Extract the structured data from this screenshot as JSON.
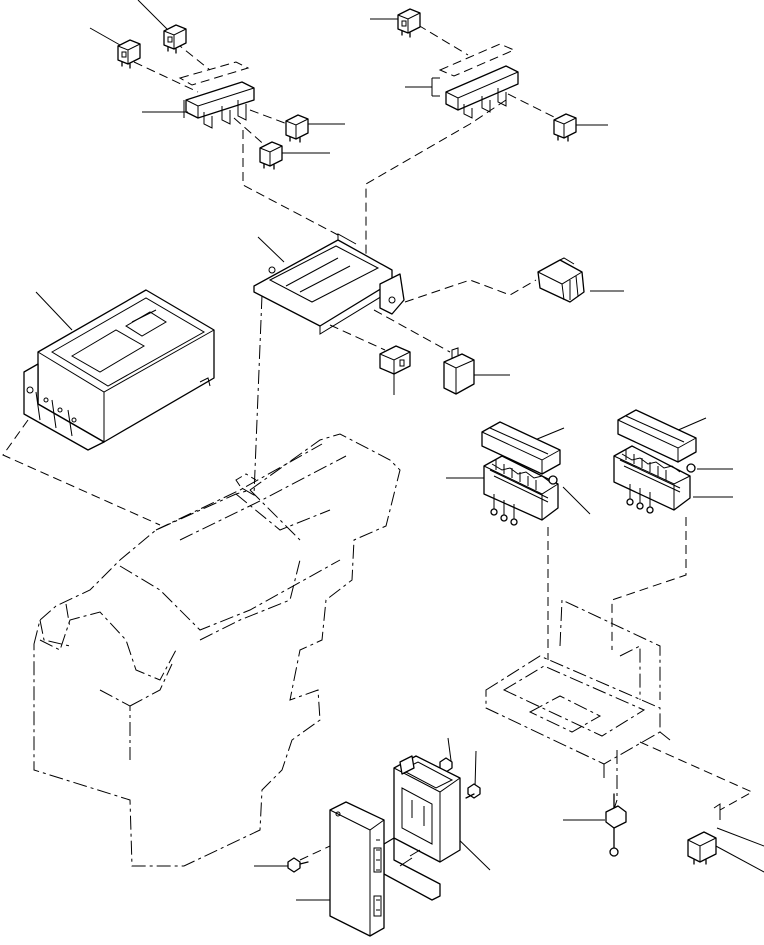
{
  "figure": {
    "type": "exploded-parts-diagram",
    "background": "#ffffff",
    "line_color": "#000000",
    "parts": [
      {
        "id": "relay",
        "count": 8
      },
      {
        "id": "relay-socket-bracket",
        "count": 2
      },
      {
        "id": "relay-mounting-tray",
        "count": 1
      },
      {
        "id": "controller-box",
        "count": 1
      },
      {
        "id": "fuse-box-cover",
        "count": 2
      },
      {
        "id": "fuse-box-base",
        "count": 2
      },
      {
        "id": "fuse-box-tray",
        "count": 1
      },
      {
        "id": "control-module-panel",
        "count": 1
      },
      {
        "id": "control-module-bracket",
        "count": 1
      },
      {
        "id": "bolt",
        "count": 3
      },
      {
        "id": "ground-terminal",
        "count": 1
      },
      {
        "id": "cab-frame",
        "count": 1
      }
    ]
  }
}
